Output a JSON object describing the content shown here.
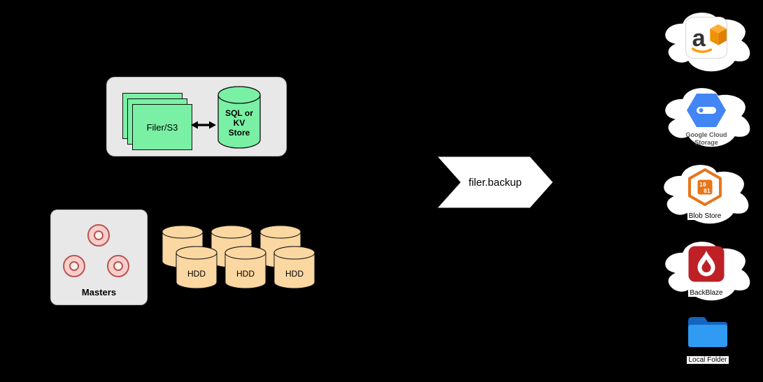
{
  "colors": {
    "canvas-bg": "#000000",
    "group-gray": "#e8e8e8",
    "shape-green": "#7af0a5",
    "donut-fill": "#f8cecc",
    "donut-stroke": "#b85450",
    "donut-center": "#fff2f0",
    "hdd-tan": "#fbd7a1",
    "banner-white": "#ffffff",
    "aws-orange": "#ff9900",
    "aws-dark": "#e07e00",
    "aws-mid": "#f29100",
    "aws-light": "#ffad33",
    "aws-letter": "#333333",
    "gcs-blue": "#4285f4",
    "blob-orange": "#e8751a",
    "backblaze-red": "#be2026",
    "folder-blue-front": "#2f9bf2",
    "folder-blue-back": "#1565c0"
  },
  "filer_cluster": {
    "filer_label": "Filer/S3",
    "store_label": "SQL or KV Store"
  },
  "masters": {
    "label": "Masters"
  },
  "volumes": {
    "hdd_labels": [
      "HDD",
      "HDD",
      "HDD"
    ]
  },
  "backup_banner": {
    "label": "filer.backup"
  },
  "destinations": {
    "aws_letter": "a",
    "gcs_label": "Google Cloud Storage",
    "blob_label": "Blob Store",
    "blob_bits_top": "10",
    "blob_bits_bottom": "01",
    "backblaze_label": "BackBlaze",
    "folder_label": "Local Folder"
  },
  "icons": {
    "aws": "aws-cloud-icon",
    "gcs": "google-cloud-storage-icon",
    "blob": "blob-store-icon",
    "backblaze": "backblaze-flame-icon",
    "folder": "local-folder-icon",
    "arrow": "left-right-arrow-icon"
  }
}
